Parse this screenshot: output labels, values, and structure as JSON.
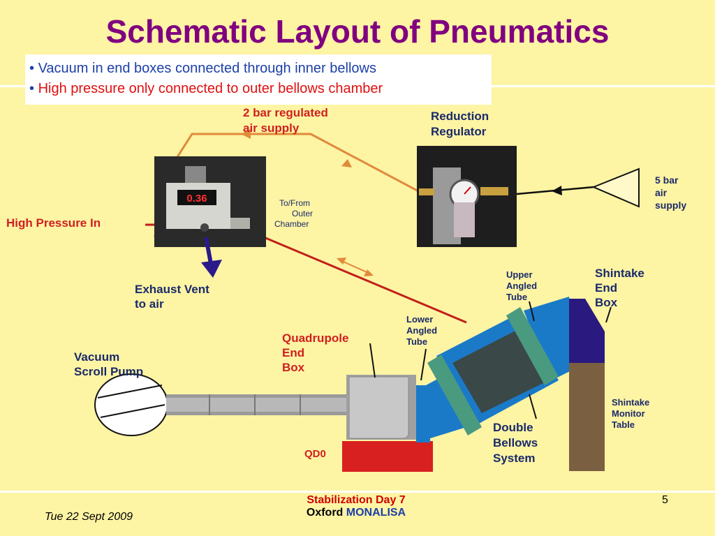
{
  "slide": {
    "title": "Schematic Layout of Pneumatics",
    "bullets": [
      "Vacuum in end boxes connected through inner bellows",
      "High pressure only connected to outer bellows chamber"
    ],
    "bullet_colors": [
      "#1c3fa8",
      "#e01010"
    ]
  },
  "diagram": {
    "labels": {
      "air_supply_2bar_line1": "2 bar regulated",
      "air_supply_2bar_line2": "air supply",
      "reduction_regulator_line1": "Reduction",
      "reduction_regulator_line2": "Regulator",
      "supply_5bar_line1": "5 bar",
      "supply_5bar_line2": "air",
      "supply_5bar_line3": "supply",
      "to_from_line1": "To/From",
      "to_from_line2": "Outer",
      "to_from_line3": "Chamber",
      "high_pressure_in": "High Pressure In",
      "exhaust_line1": "Exhaust Vent",
      "exhaust_line2": "to air",
      "upper_tube_line1": "Upper",
      "upper_tube_line2": "Angled",
      "upper_tube_line3": "Tube",
      "shintake_box_line1": "Shintake",
      "shintake_box_line2": "End",
      "shintake_box_line3": "Box",
      "lower_tube_line1": "Lower",
      "lower_tube_line2": "Angled",
      "lower_tube_line3": "Tube",
      "quad_box_line1": "Quadrupole",
      "quad_box_line2": "End",
      "quad_box_line3": "Box",
      "vacuum_pump_line1": "Vacuum",
      "vacuum_pump_line2": "Scroll Pump",
      "shintake_table_line1": "Shintake",
      "shintake_table_line2": "Monitor",
      "shintake_table_line3": "Table",
      "bellows_line1": "Double",
      "bellows_line2": "Bellows",
      "bellows_line3": "System",
      "qd0": "QD0",
      "gauge_display": "0.36"
    },
    "colors": {
      "supply_line": "#e08a3a",
      "hp_line": "#c0201a",
      "exhaust_arrow": "#2a1a8a",
      "label_blue": "#1a2a6a",
      "label_red": "#d02020",
      "tube_blue": "#1a7ac8",
      "shintake_box": "#2a1a80",
      "shintake_table": "#7a6040",
      "qd0_block": "#d82020"
    }
  },
  "footer": {
    "date": "Tue 22 Sept 2009",
    "event_line1": "Stabilization Day 7",
    "event_line2a": "Oxford",
    "event_line2b": "MONALISA",
    "page_number": "5"
  }
}
